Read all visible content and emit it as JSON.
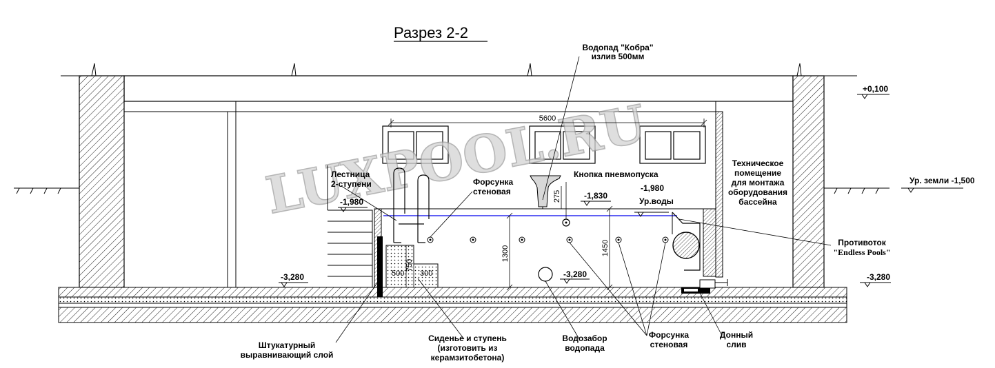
{
  "title": "Разрез 2-2",
  "watermark": "LUXPOOL.RU",
  "labels": {
    "waterfall": [
      "Водопад \"Кобра\"",
      "излив 500мм"
    ],
    "tech_room": [
      "Техническое",
      "помещение",
      "для монтажа",
      "оборудования",
      "бассейна"
    ],
    "ground_level": "Ур. земли -1,500",
    "ladder": [
      "Лестница",
      "2-ступени"
    ],
    "nozzle_top": [
      "Форсунка",
      "стеновая"
    ],
    "air_button": "Кнопка пневмопуска",
    "water_level": "Ур.воды",
    "counterflow": [
      "Противоток",
      "\"Endless Pools\""
    ],
    "plaster": [
      "Штукатурный",
      "выравнивающий слой"
    ],
    "seat": [
      "Сиденье и ступень",
      "(изготовить из",
      "керамзитобетона)"
    ],
    "intake": [
      "Водозабор",
      "водопада"
    ],
    "nozzle_bottom": [
      "Форсунка",
      "стеновая"
    ],
    "drain": [
      "Донный",
      "слив"
    ]
  },
  "levels": {
    "top": "+0,100",
    "left_floor_upper": "-1,980",
    "left_floor_lower": "-3,280",
    "pool_bottom": "-3,280",
    "right_bottom": "-3,280",
    "pool_edge": "-1,830",
    "water": "-1,980"
  },
  "dimensions": {
    "length": "5600",
    "depth_left": "1300",
    "depth_right": "1450",
    "cobra_height": "275",
    "seat_width": "500",
    "seat_height": "750",
    "step_width": "300"
  }
}
